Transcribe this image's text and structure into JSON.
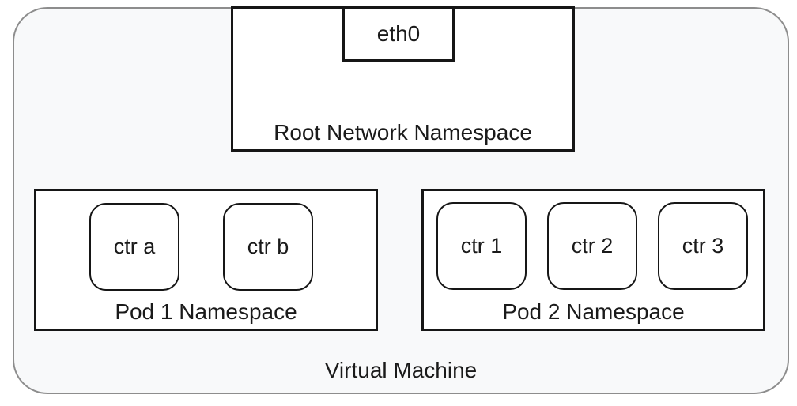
{
  "diagram": {
    "virtual_machine": {
      "label": "Virtual Machine"
    },
    "root_namespace": {
      "label": "Root Network Namespace",
      "interface": {
        "label": "eth0"
      }
    },
    "pods": [
      {
        "label": "Pod 1 Namespace",
        "containers": [
          {
            "label": "ctr a"
          },
          {
            "label": "ctr b"
          }
        ]
      },
      {
        "label": "Pod 2 Namespace",
        "containers": [
          {
            "label": "ctr 1"
          },
          {
            "label": "ctr 2"
          },
          {
            "label": "ctr 3"
          }
        ]
      }
    ],
    "colors": {
      "vm_fill": "#f8f9fa",
      "vm_border": "#8d8d8d",
      "box_fill": "#ffffff",
      "box_border": "#161616",
      "text": "#1a1a1a"
    }
  }
}
